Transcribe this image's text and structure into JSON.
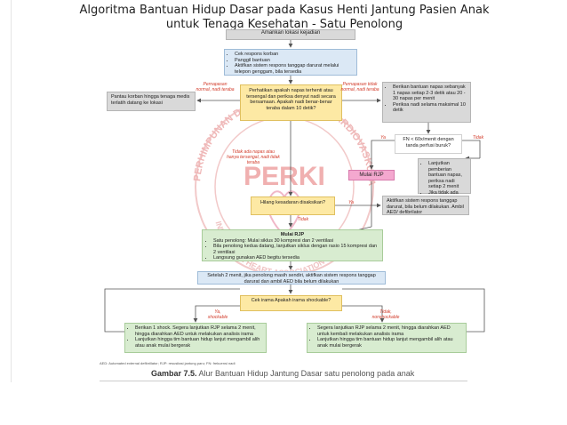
{
  "title": {
    "line1": "Algoritma Bantuan Hidup Dasar pada Kasus Henti Jantung Pasien Anak",
    "line2": "untuk Tenaga Kesehatan - Satu Penolong"
  },
  "watermark": {
    "top_text": "PERHIMPUNAN DOKTER SPESIALIS KARDIOVASKULAR INDONESIA",
    "center_text": "PERKI",
    "bottom_text": "INDONESIAN HEART ASSOCIATION"
  },
  "nodes": {
    "amankan": "Amankan lokasi kejadian",
    "cek_respons": [
      "Cek respons korban",
      "Panggil bantuan",
      "Aktifkan sistem respons tanggap darurat melalui telepon genggam, bila tersedia"
    ],
    "perhatikan": "Perhatikan apakah napas terhenti atau tersengal dan periksa denyut nadi secara bersamaan. Apakah nadi benar-benar teraba dalam 10 detik?",
    "pantau": "Pantau korban hingga tenaga medis terlatih datang ke lokasi",
    "berikan_bantuan": [
      "Berikan bantuan napas sebanyak 1 napas setiap 2-3 detik atau 20 - 30 napas per menit",
      "Periksa nadi selama maksimal 10 detik"
    ],
    "fn": "FN < 60x/menit dengan tanda perfusi buruk?",
    "mulai_rjp_pink": "Mulai RJP",
    "lanjutkan_napas": [
      "Lanjutkan pemberian bantuan napas, periksa nadi setiap 2 menit",
      "Jika tidak ada nadi, mulai RJP"
    ],
    "hilang_kesadaran": "Hilang kesadaran disaksikan?",
    "aktifkan_sistem": "Aktifkan sistem respons tanggap darurat, bila belum dilakukan. Ambil AED/ defibrilator",
    "mulai_rjp": {
      "heading": "Mulai RJP",
      "items": [
        "Satu penolong: Mulai siklus 30 kompresi dan 2 ventilasi",
        "Bila penolong kedua datang, lanjutkan siklus dengan rasio 15 kompresi dan 2 ventilasi",
        "Langsung gunakan AED begitu tersedia"
      ]
    },
    "setelah": "Setelah 2 menit, jika penolong masih sendiri, aktifkan sistem respons tanggap darurat dan ambil AED bila belum dilakukan",
    "cek_irama": "Cek irama Apakah irama shockable?",
    "shock_left": [
      "Berikan 1 shock. Segera lanjutkan RJP selama 2 menit, hingga diarahkan AED untuk melakukan analisis irama",
      "Lanjutkan hingga tim bantuan hidup lanjut mengambil alih atau anak mulai bergerak"
    ],
    "shock_right": [
      "Segera lanjutkan RJP selama 2 menit, hingga diarahkan AED untuk kembali melakukan analisis irama",
      "Lanjutkan hingga tim bantuan hidup lanjut mengambil alih atau anak mulai bergerak"
    ]
  },
  "edge_labels": {
    "pernapasan_normal": "Pernapasan normal, nadi teraba",
    "pernapasan_tidak_normal": "Pernapasan tidak normal, nadi teraba",
    "tidak_ada_napas": "Tidak ada napas atau hanya tersengal, nadi tidak teraba",
    "ya": "Ya",
    "tidak": "Tidak",
    "ya_shockable": "Ya, shockable",
    "tidak_nonshockable": "Tidak, nonshockable"
  },
  "footnote": "AED: Automated external defibrillator; RJP: resusitasi jantung paru; FN: frekuensi nadi",
  "caption": {
    "label": "Gambar 7.5.",
    "text": "Alur Bantuan Hidup Jantung Dasar satu penolong pada anak"
  },
  "colors": {
    "gray": "#d9d9d9",
    "blue": "#dbe8f5",
    "yellow": "#fde9a4",
    "green": "#d8ecd0",
    "pink": "#f4a8cf",
    "edge_label": "#d23b2a",
    "watermark": "#e9a3a3"
  }
}
